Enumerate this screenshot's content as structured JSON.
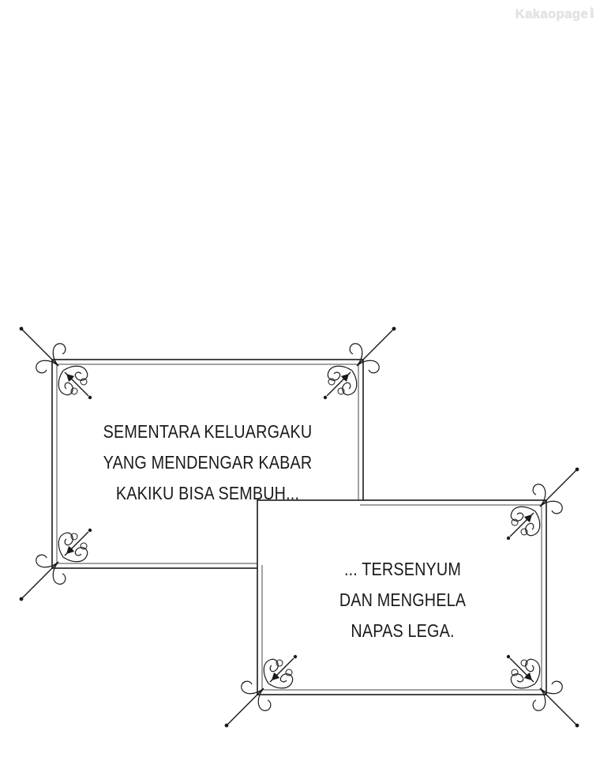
{
  "watermark": {
    "brand": "Kakaopage",
    "suffix": ".com"
  },
  "caption_one": {
    "lines": [
      "SEMENTARA KELUARGAKU",
      "YANG MENDENGAR KABAR",
      "KAKIKU BISA SEMBUH..."
    ]
  },
  "caption_two": {
    "lines": [
      "... TERSENYUM",
      "DAN MENGHELA",
      "NAPAS LEGA."
    ]
  },
  "colors": {
    "ink": "#1a1a1a",
    "paper": "#ffffff",
    "watermark": "#e2e2e2"
  },
  "ornament": "corner-flourish-icon"
}
